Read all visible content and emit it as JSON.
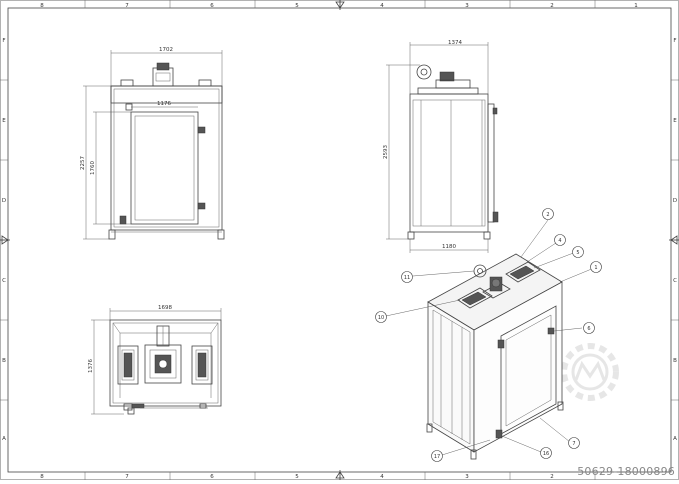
{
  "frame": {
    "columns": [
      "8",
      "7",
      "6",
      "5",
      "4",
      "3",
      "2",
      "1"
    ],
    "rows": [
      "F",
      "E",
      "D",
      "C",
      "B",
      "A"
    ]
  },
  "dimensions": {
    "front_width": "1702",
    "front_door_width": "1176",
    "front_height": "2257",
    "front_door_height": "1760",
    "side_width": "1374",
    "side_height": "2593",
    "side_base_width": "1180",
    "top_width": "1698",
    "top_depth": "1376"
  },
  "callouts": [
    "2",
    "4",
    "5",
    "1",
    "11",
    "10",
    "6",
    "7",
    "16",
    "17"
  ],
  "watermark": "50629-18000896"
}
